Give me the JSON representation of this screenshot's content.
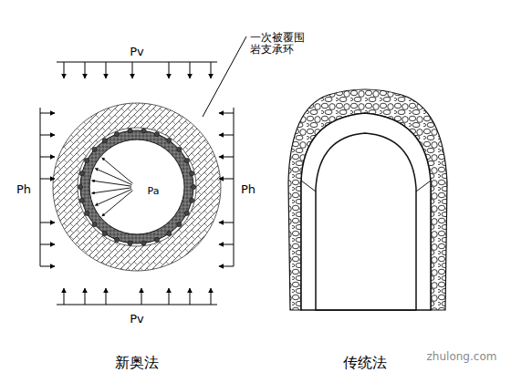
{
  "diagram": {
    "labels": [
      "Pv",
      "一次被覆围岩支承环",
      "Ph",
      "Pa",
      "Ph",
      "Pv",
      "新奥法",
      "传统法",
      "zhulong.com"
    ]
  }
}
